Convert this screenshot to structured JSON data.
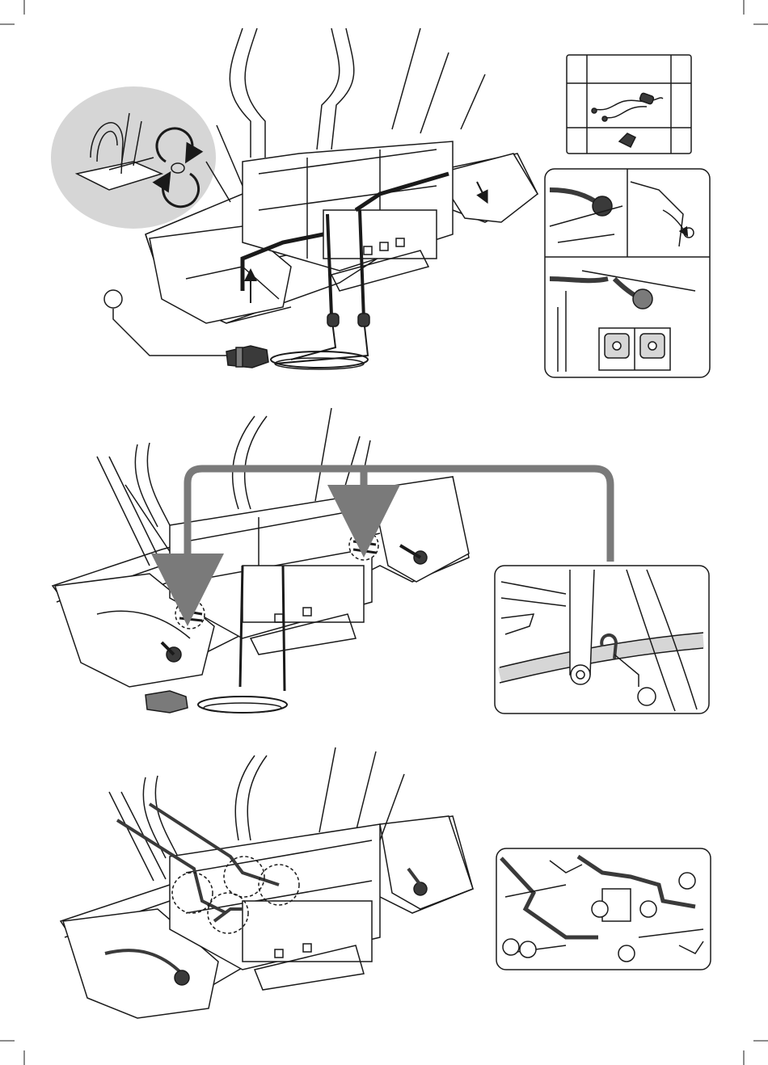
{
  "page": {
    "background": "#ffffff",
    "line_color": "#1a1a1a",
    "gray_fill": "#d6d6d6",
    "dark_fill": "#3a3a3a",
    "arrow_gray": "#7a7a7a"
  },
  "sections": [
    {
      "name": "step-1",
      "callouts": [
        "parts-box",
        "grommet-detail",
        "rotate-inset"
      ]
    },
    {
      "name": "step-2",
      "callouts": [
        "cable-clip-detail"
      ]
    },
    {
      "name": "step-3",
      "callouts": [
        "cable-routing-detail"
      ]
    }
  ],
  "icons": {
    "rotate": "rotate-arrows-icon",
    "plug": "plug-connector-icon",
    "clip": "cable-clip-icon"
  }
}
